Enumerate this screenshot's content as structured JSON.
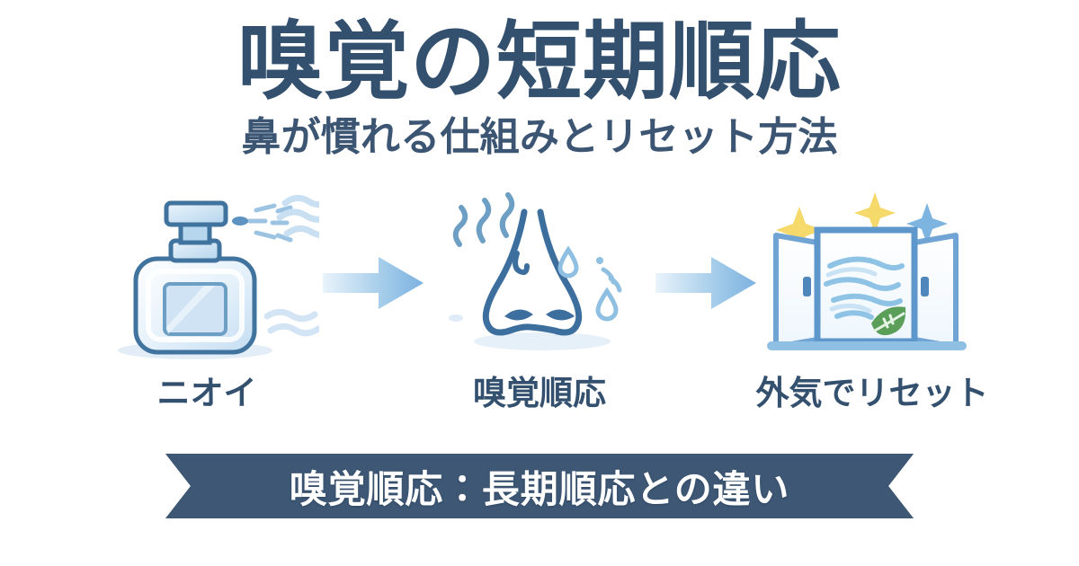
{
  "header": {
    "main_title": "嗅覚の短期順応",
    "sub_title": "鼻が慣れる仕組みとリセット方法"
  },
  "flow": {
    "steps": [
      {
        "label": "ニオイ",
        "icon": "perfume-spray-bottle-icon"
      },
      {
        "label": "嗅覚順応",
        "icon": "nose-icon"
      },
      {
        "label": "外気でリセット",
        "icon": "open-window-icon"
      }
    ],
    "arrows": [
      {
        "icon": "right-arrow-icon"
      },
      {
        "icon": "right-arrow-icon"
      }
    ]
  },
  "banner": {
    "text": "嗅覚順応：長期順応との違い"
  },
  "colors": {
    "background": "#ffffff",
    "title_navy": "#33506f",
    "subtitle_navy": "#3b5573",
    "banner_fill": "#3d5775",
    "banner_shadow": "#2f465f",
    "banner_text": "#ffffff",
    "arrow_light": "#dceaf7",
    "arrow_dark": "#7cb2e0",
    "icon_blue_dark": "#3d6f9e",
    "icon_blue_mid": "#6d9fc4",
    "icon_blue_light": "#bcd9ef",
    "icon_glass": "#e8f2fb",
    "sparkle_yellow": "#f5d96a",
    "sparkle_blue": "#7db4e0",
    "leaf_green": "#5a9e5a"
  }
}
